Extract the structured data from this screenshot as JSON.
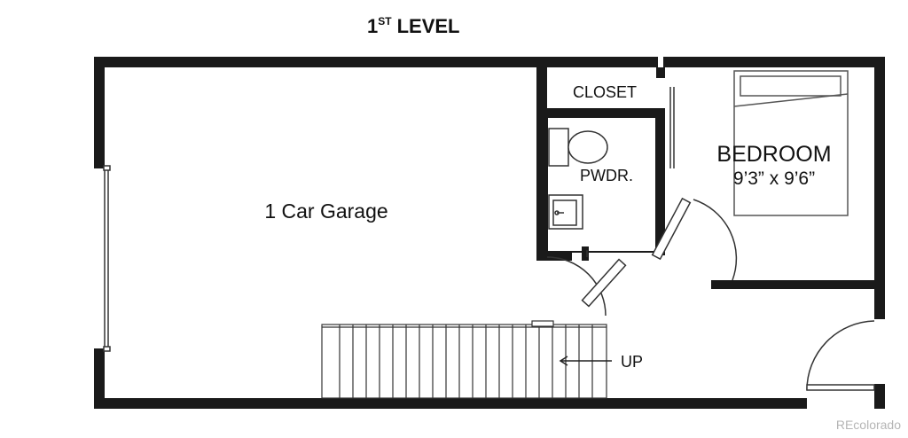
{
  "title": {
    "prefix": "1",
    "superscript": "ST",
    "suffix": "LEVEL"
  },
  "rooms": {
    "garage": "1 Car Garage",
    "closet": "CLOSET",
    "powder": "PWDR.",
    "bedroom": "BEDROOM",
    "bedroom_dims": "9’3” x 9’6”"
  },
  "stairs": {
    "label": "UP"
  },
  "watermark": "REcolorado",
  "colors": {
    "wall": "#1a1a1a",
    "line": "#333333",
    "watermark": "#b5b5b5"
  }
}
